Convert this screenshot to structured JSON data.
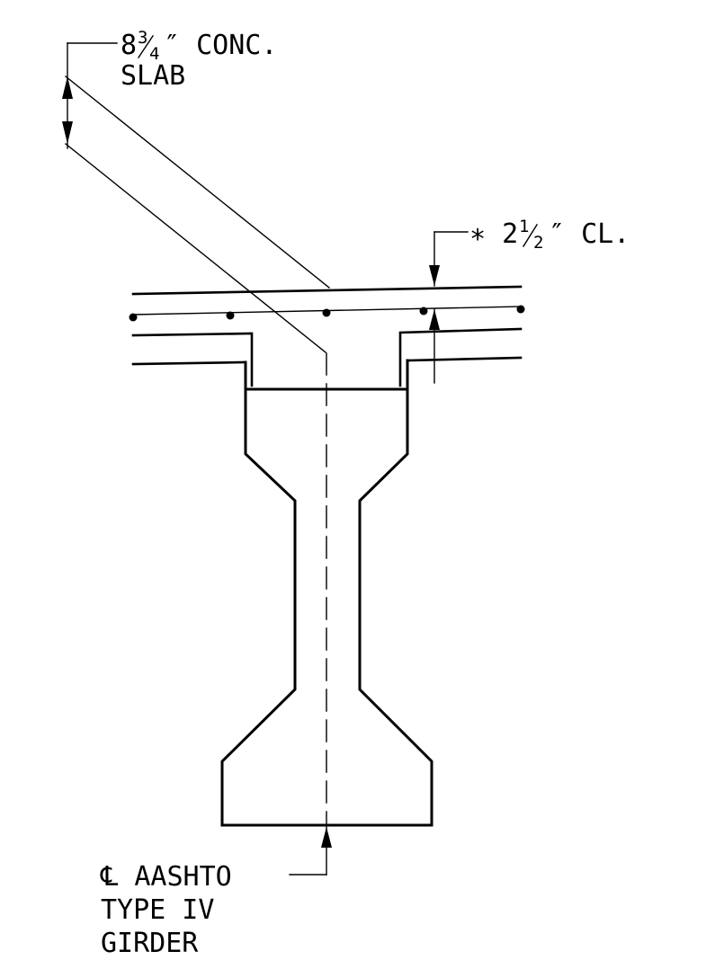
{
  "slab_callout": {
    "whole": "8",
    "num": "3",
    "den": "4",
    "suffix": "″ CONC.",
    "line2": "SLAB"
  },
  "clearance_callout": {
    "prefix": "∗ 2",
    "num": "1",
    "den": "2",
    "suffix": "″ CL."
  },
  "girder_callout": {
    "line1": "℄ AASHTO",
    "line2": "TYPE IV",
    "line3": "GIRDER"
  }
}
